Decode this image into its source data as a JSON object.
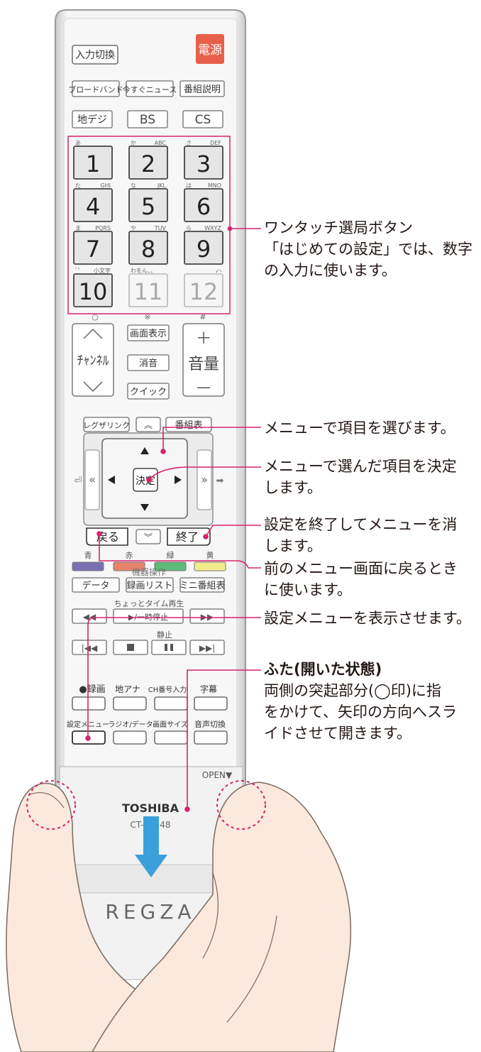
{
  "remote": {
    "buttons": {
      "input_switch": "入力切換",
      "power": "電源",
      "broadband": "ブロードバンド",
      "news": "今すぐニュース",
      "program_info": "番組説明",
      "terrestrial": "地デジ",
      "bs": "BS",
      "cs": "CS",
      "numbers": [
        "1",
        "2",
        "3",
        "4",
        "5",
        "6",
        "7",
        "8",
        "9",
        "10",
        "11",
        "12"
      ],
      "number_subs": [
        [
          "あ",
          ""
        ],
        [
          "か",
          "ABC"
        ],
        [
          "さ",
          "DEF"
        ],
        [
          "た",
          "GHI"
        ],
        [
          "な",
          "JKL"
        ],
        [
          "は",
          "MNO"
        ],
        [
          "ま",
          "PQRS"
        ],
        [
          "や",
          "TUV"
        ],
        [
          "ら",
          "WXYZ"
        ],
        [
          "ﾟ゜",
          "小文字"
        ],
        [
          "わをん、。",
          ""
        ],
        [
          "",
          "⤺"
        ]
      ],
      "below_row": [
        "○",
        "※",
        "#"
      ],
      "channel": "ﾁｬﾝﾈﾙ",
      "screen_display": "画面表示",
      "mute": "消音",
      "quick": "クイック",
      "volume": "音量",
      "regza_link": "レグザリンク",
      "program_guide": "番組表",
      "enter": "決定",
      "back": "戻る",
      "exit": "終了",
      "colors_labels": [
        "青",
        "赤",
        "緑",
        "黄"
      ],
      "color_values": [
        "#7b6fb0",
        "#e8836b",
        "#5dba7a",
        "#f3ec8a"
      ],
      "device_op": "機器操作",
      "data": "データ",
      "rec_list": "録画リスト",
      "mini_guide": "ミニ番組表",
      "chotto_time": "ちょっとタイム再生",
      "play_pause": "▶/一時停止",
      "still": "静止",
      "rec": "●録画",
      "analog": "地アナ",
      "ch_input": "CH番号入力",
      "subtitle": "字幕",
      "settings_menu": "設定メニュー",
      "radio_data": "ラジオ/データ",
      "screen_size": "画面サイズ",
      "audio_switch": "音声切換"
    },
    "open_label": "OPEN▼",
    "brand": "TOSHIBA",
    "model": "CT-90348",
    "logo": "REGZA"
  },
  "callouts": [
    {
      "id": "one-touch",
      "text": "ワンタッチ選局ボタン\n「はじめての設定」では、数字\nの入力に使います。"
    },
    {
      "id": "select",
      "text": "メニューで項目を選びます。"
    },
    {
      "id": "decide",
      "text": "メニューで選んだ項目を決定\nします。"
    },
    {
      "id": "exit",
      "text": "設定を終了してメニューを消\nします。"
    },
    {
      "id": "back",
      "text": "前のメニュー画面に戻るとき\nに使います。"
    },
    {
      "id": "settings",
      "text": "設定メニューを表示させます。"
    },
    {
      "id": "cover",
      "title": "ふた(開いた状態)",
      "text": "両側の突起部分(◯印)に指\nをかけて、矢印の方向へスラ\nイドさせて開きます。"
    }
  ],
  "colors": {
    "callout_line": "#d6246e",
    "power_button": "#e8604a",
    "arrow": "#3aa0dc",
    "skin": "#fbe9dd",
    "circle_dash": "#d6246e"
  }
}
